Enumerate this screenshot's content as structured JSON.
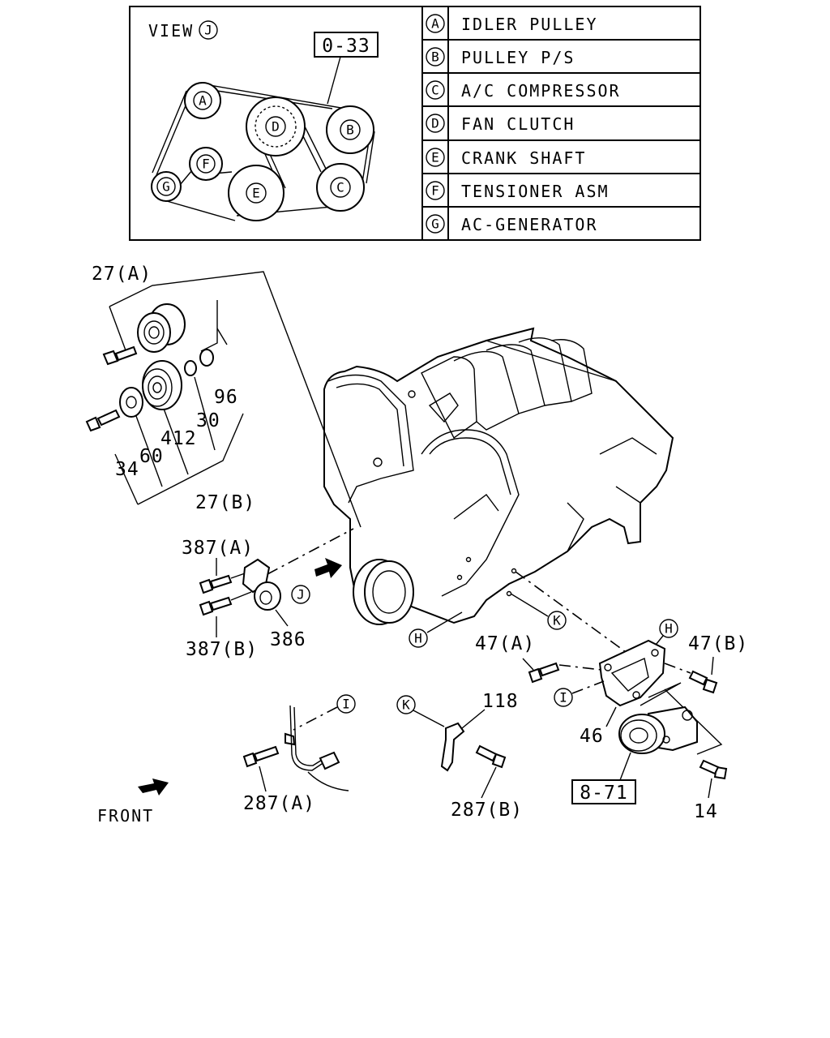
{
  "view": {
    "title": "VIEW",
    "view_letter": "J",
    "ref_box": "0-33",
    "pulleys": [
      {
        "letter": "A"
      },
      {
        "letter": "B"
      },
      {
        "letter": "C"
      },
      {
        "letter": "D"
      },
      {
        "letter": "E"
      },
      {
        "letter": "F"
      },
      {
        "letter": "G"
      }
    ]
  },
  "legend": [
    {
      "letter": "A",
      "name": "IDLER PULLEY"
    },
    {
      "letter": "B",
      "name": "PULLEY P/S"
    },
    {
      "letter": "C",
      "name": "A/C COMPRESSOR"
    },
    {
      "letter": "D",
      "name": "FAN CLUTCH"
    },
    {
      "letter": "E",
      "name": "CRANK SHAFT"
    },
    {
      "letter": "F",
      "name": "TENSIONER ASM"
    },
    {
      "letter": "G",
      "name": "AC-GENERATOR"
    }
  ],
  "callouts": {
    "p27a": "27(A)",
    "p96": "96",
    "p30": "30",
    "p412": "412",
    "p60": "60",
    "p34": "34",
    "p27b": "27(B)",
    "p387a": "387(A)",
    "p387b": "387(B)",
    "p386": "386",
    "p47a": "47(A)",
    "p47b": "47(B)",
    "p46": "46",
    "p118": "118",
    "p287a": "287(A)",
    "p287b": "287(B)",
    "p14": "14",
    "ref871": "8-71",
    "front": "FRONT"
  },
  "circle_markers": {
    "h1": "H",
    "h2": "H",
    "k1": "K",
    "k2": "K",
    "j": "J",
    "i1": "I",
    "i2": "I"
  }
}
